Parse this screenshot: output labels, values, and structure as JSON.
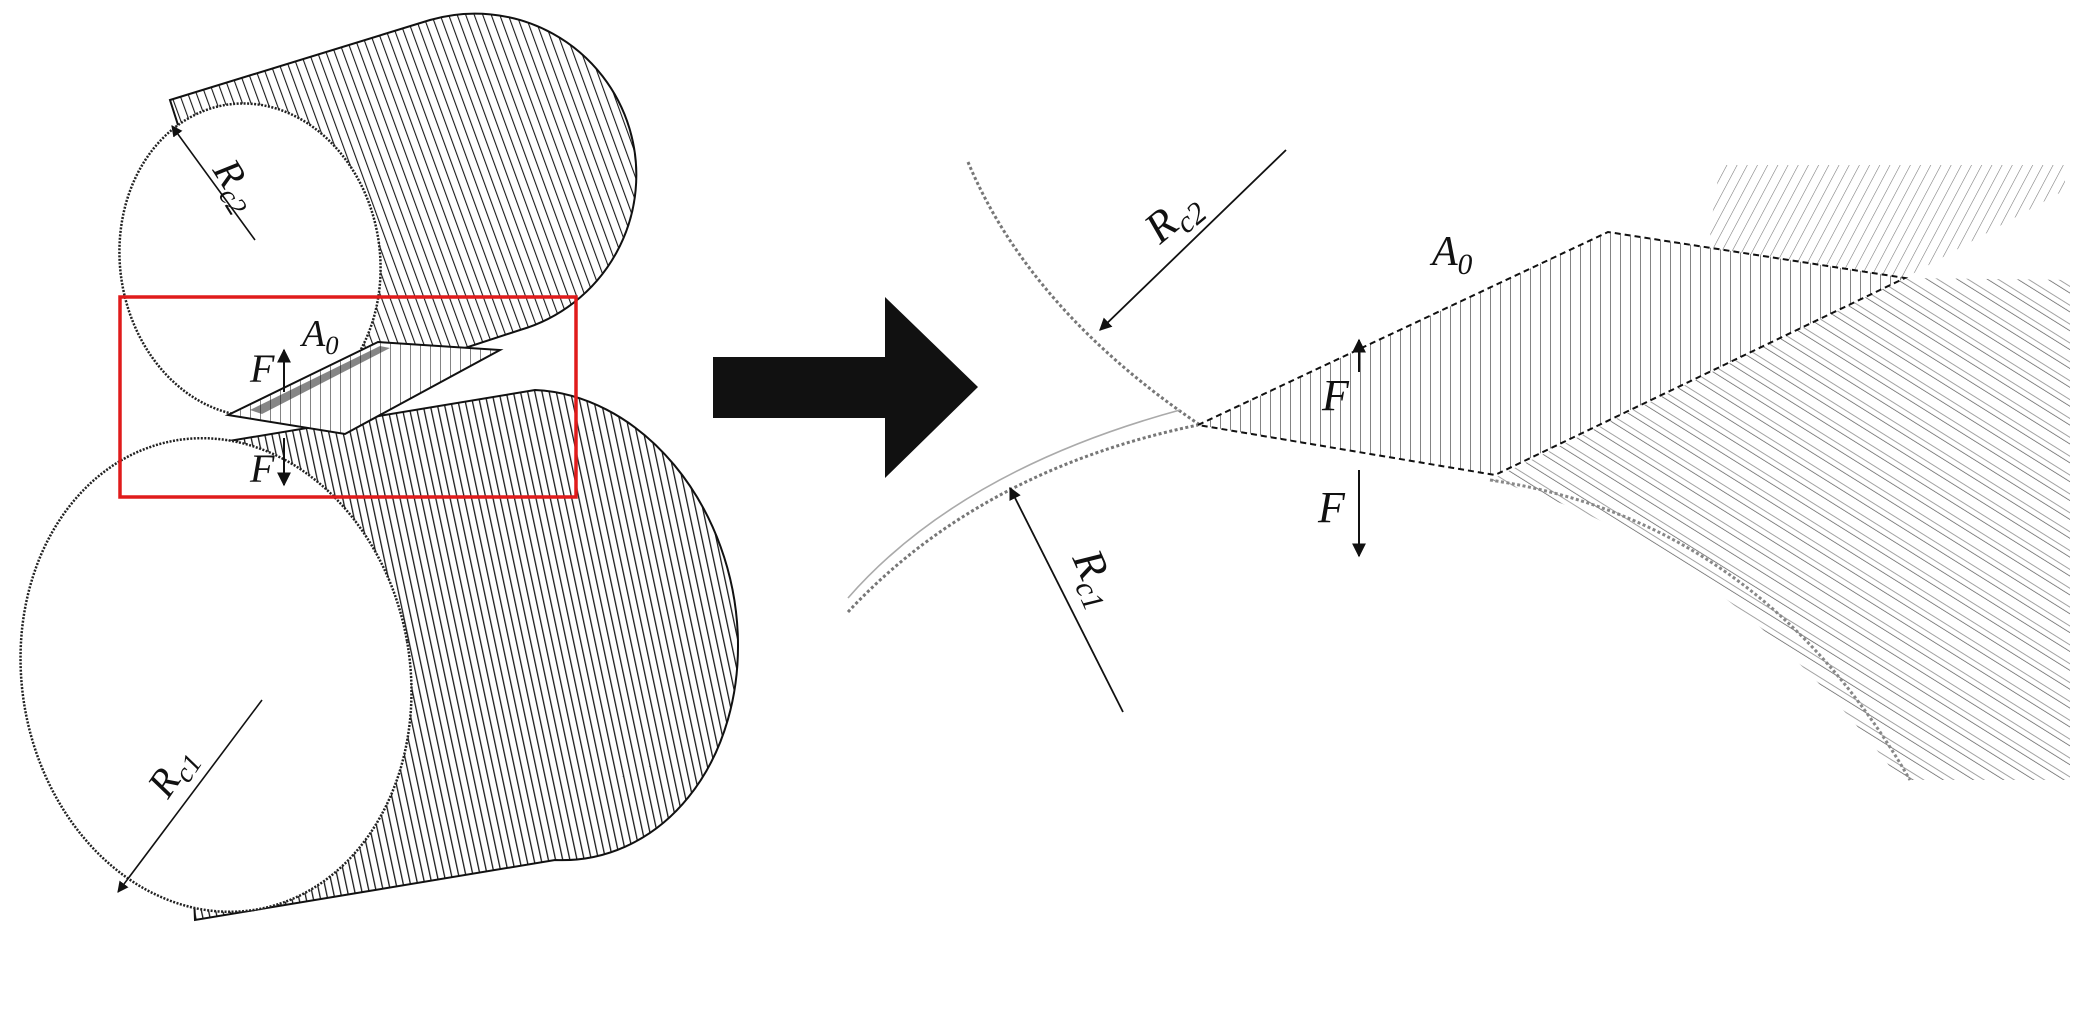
{
  "left_panel": {
    "radius_large": {
      "main": "R",
      "sub": "c1"
    },
    "radius_small": {
      "main": "R",
      "sub": "c2"
    },
    "contact_area": {
      "main": "A",
      "sub": "0"
    },
    "force_upper": "F",
    "force_lower": "F"
  },
  "right_panel": {
    "radius_small": {
      "main": "R",
      "sub": "c2"
    },
    "radius_large": {
      "main": "R",
      "sub": "c1"
    },
    "contact_area": {
      "main": "A",
      "sub": "0"
    },
    "force_upper": "F",
    "force_lower": "F"
  },
  "colors": {
    "ink": "#111111",
    "highlight_box": "#e01b1b",
    "arrow": "#111111",
    "background": "#ffffff"
  }
}
